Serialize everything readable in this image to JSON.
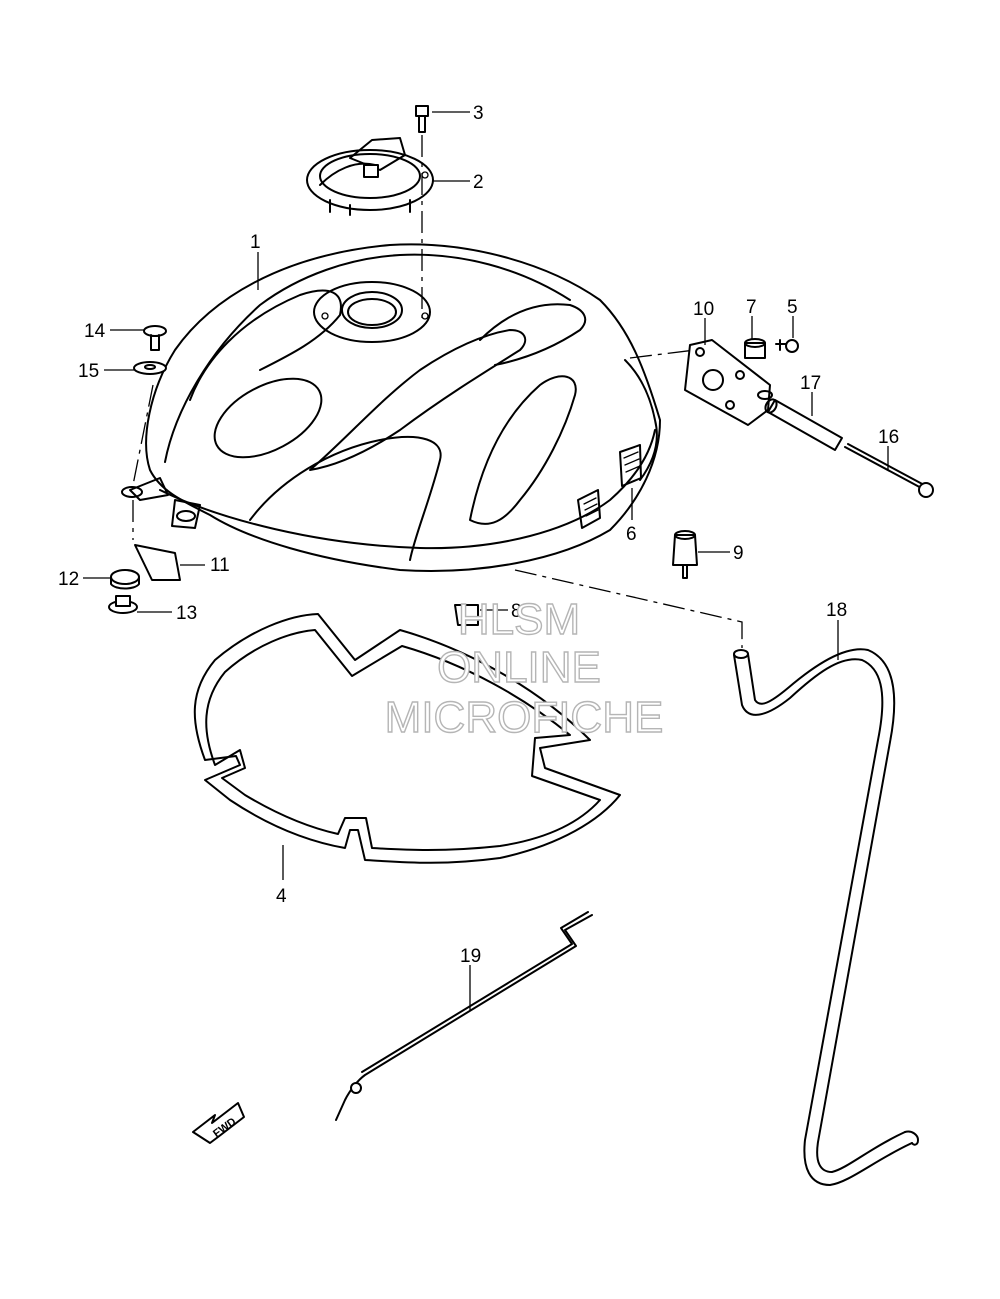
{
  "watermark": {
    "line1": "HLSM",
    "line2": "ONLINE",
    "line3": "MICROFICHE"
  },
  "direction_label": "FWD",
  "parts": [
    {
      "id": "1"
    },
    {
      "id": "2"
    },
    {
      "id": "3"
    },
    {
      "id": "4"
    },
    {
      "id": "5"
    },
    {
      "id": "6"
    },
    {
      "id": "7"
    },
    {
      "id": "8"
    },
    {
      "id": "9"
    },
    {
      "id": "10"
    },
    {
      "id": "11"
    },
    {
      "id": "12"
    },
    {
      "id": "13"
    },
    {
      "id": "14"
    },
    {
      "id": "15"
    },
    {
      "id": "16"
    },
    {
      "id": "17"
    },
    {
      "id": "18"
    },
    {
      "id": "19"
    }
  ]
}
